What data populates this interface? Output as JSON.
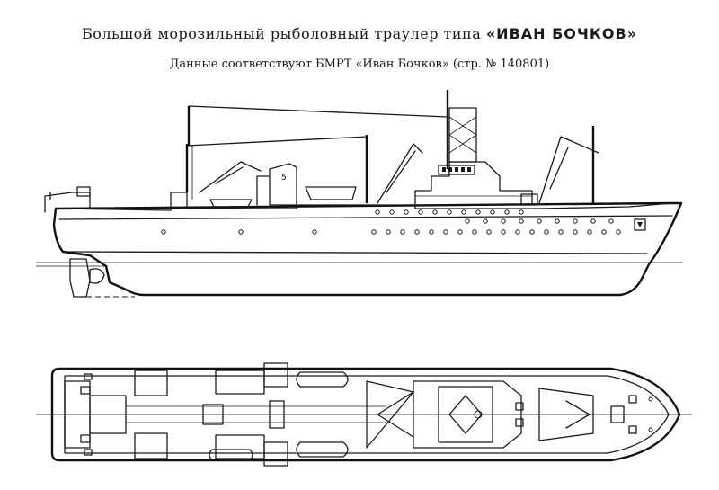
{
  "title": {
    "prefix": "Большой морозильный рыболовный траулер типа ",
    "name": "«ИВАН БОЧКОВ»"
  },
  "subtitle": "Данные соответствуют БМРТ «Иван Бочков» (стр. № 140801)",
  "side_view_label": "5"
}
